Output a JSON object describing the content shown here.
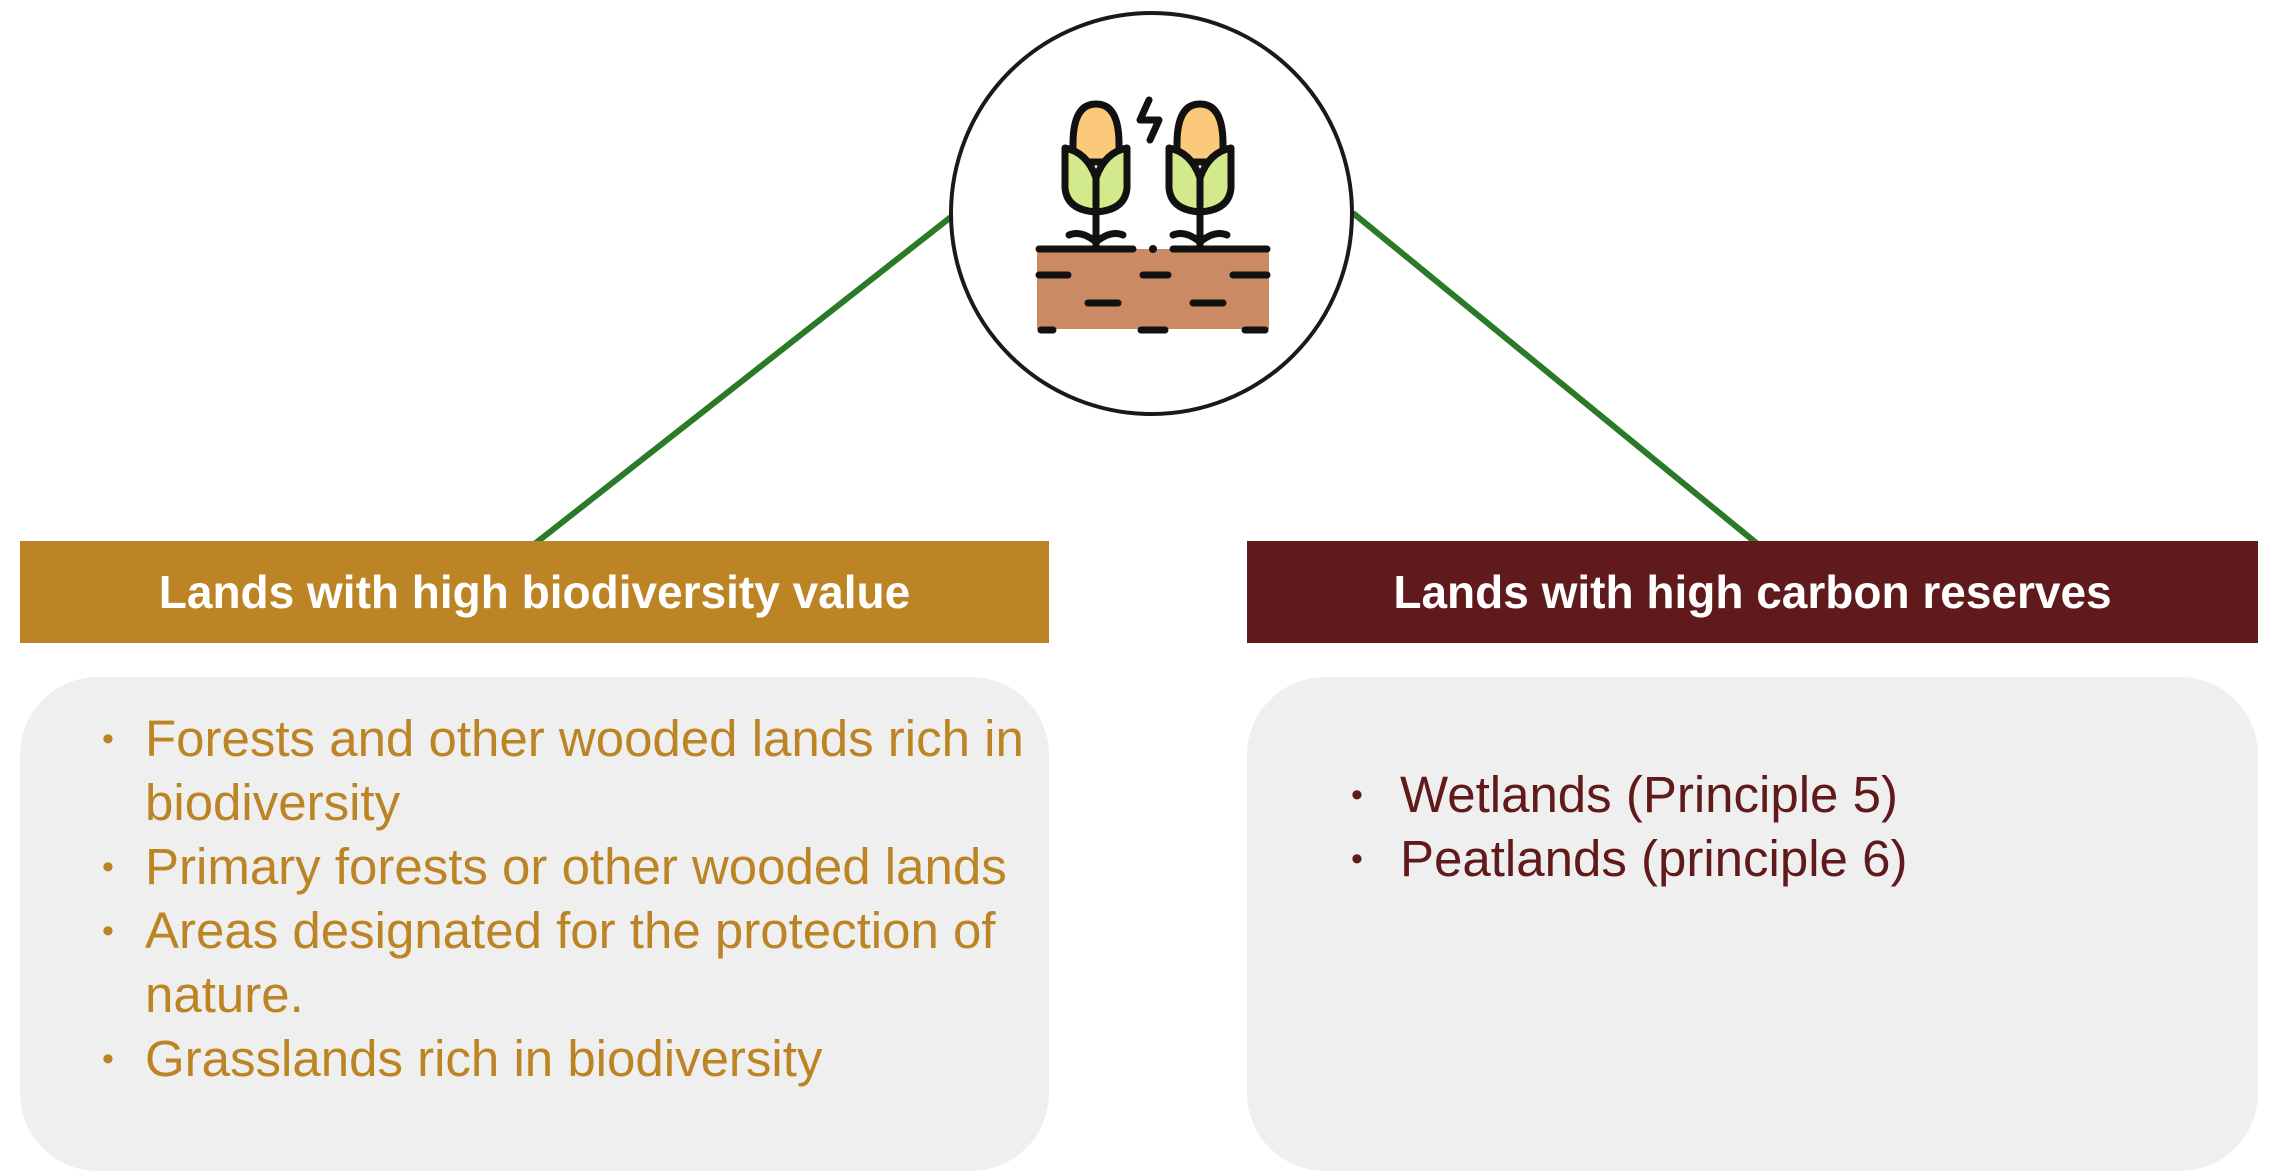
{
  "diagram": {
    "icon": "plants-in-soil-icon",
    "left_panel": {
      "title": "Lands with high biodiversity value",
      "items": [
        "Forests and other wooded lands rich in biodiversity",
        "Primary forests or other wooded lands",
        "Areas designated for the protection of nature.",
        "Grasslands rich in biodiversity"
      ]
    },
    "right_panel": {
      "title": "Lands with high carbon reserves",
      "items": [
        "Wetlands (Principle 5)",
        "Peatlands (principle 6)"
      ]
    },
    "colors": {
      "left_accent": "#bc8424",
      "right_accent": "#601a1c",
      "connector": "#2a7a27",
      "box_background": "#efefef"
    }
  }
}
